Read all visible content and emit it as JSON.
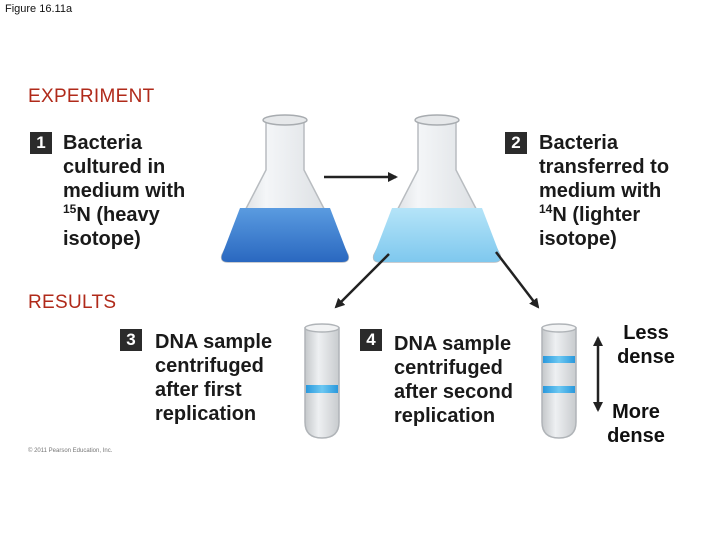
{
  "figure_label": "Figure 16.11a",
  "experiment_label": "EXPERIMENT",
  "results_label": "RESULTS",
  "steps": [
    {
      "number": "1",
      "lines": [
        "Bacteria",
        "cultured in",
        "medium with"
      ],
      "isotope_mass": "15",
      "isotope_rest": "N (heavy",
      "last_line": "isotope)"
    },
    {
      "number": "2",
      "lines": [
        "Bacteria",
        "transferred to",
        "medium with"
      ],
      "isotope_mass": "14",
      "isotope_rest": "N (lighter",
      "last_line": "isotope)"
    },
    {
      "number": "3",
      "lines": [
        "DNA sample",
        "centrifuged",
        "after first",
        "replication"
      ]
    },
    {
      "number": "4",
      "lines": [
        "DNA sample",
        "centrifuged",
        "after second",
        "replication"
      ]
    }
  ],
  "density": {
    "less": [
      "Less",
      "dense"
    ],
    "more": [
      "More",
      "dense"
    ]
  },
  "copyright": "© 2011 Pearson Education, Inc.",
  "colors": {
    "heavy_medium": "#3a7fd0",
    "light_medium": "#8fd0f0",
    "band": "#3fb0ea",
    "section": "#b02a1a",
    "badge": "#2b2b2b"
  }
}
